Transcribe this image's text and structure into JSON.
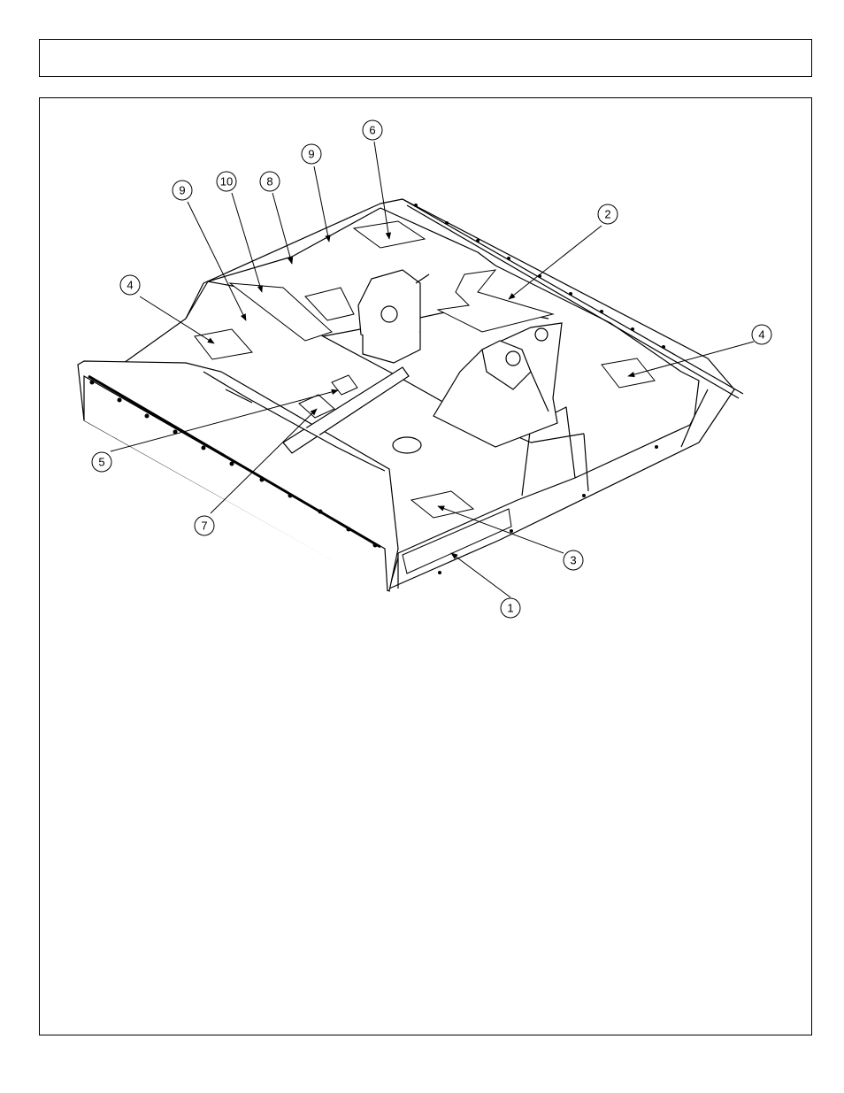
{
  "header": {
    "title": ""
  },
  "callouts": [
    {
      "id": "c1",
      "label": "1"
    },
    {
      "id": "c2",
      "label": "2"
    },
    {
      "id": "c3",
      "label": "3"
    },
    {
      "id": "c4a",
      "label": "4"
    },
    {
      "id": "c4b",
      "label": "4"
    },
    {
      "id": "c5",
      "label": "5"
    },
    {
      "id": "c6",
      "label": "6"
    },
    {
      "id": "c7",
      "label": "7"
    },
    {
      "id": "c8",
      "label": "8"
    },
    {
      "id": "c9a",
      "label": "9"
    },
    {
      "id": "c9b",
      "label": "9"
    },
    {
      "id": "c10",
      "label": "10"
    }
  ]
}
